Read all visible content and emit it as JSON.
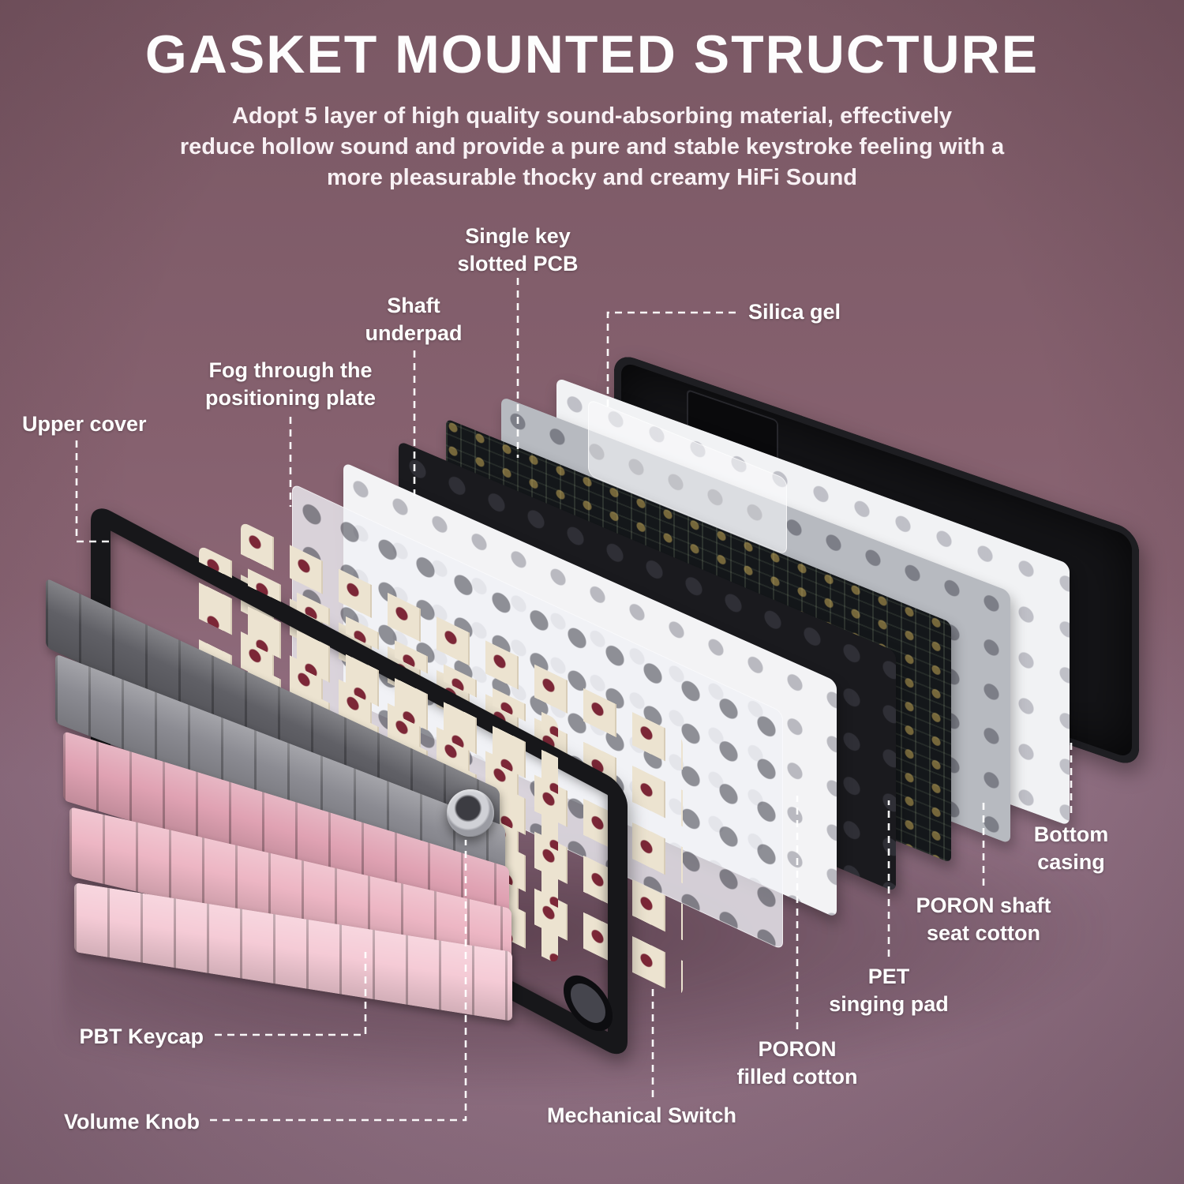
{
  "header": {
    "title": "GASKET MOUNTED STRUCTURE",
    "subtitle": "Adopt 5 layer of high quality sound-absorbing material, effectively\nreduce hollow sound and provide a pure and stable keystroke feeling with a\nmore pleasurable thocky and creamy HiFi Sound"
  },
  "labels": {
    "upper_cover": "Upper cover",
    "fog_positioning_plate": "Fog through the\npositioning plate",
    "shaft_underpad": "Shaft\nunderpad",
    "single_key_slotted_pcb": "Single key\nslotted PCB",
    "silica_gel": "Silica gel",
    "bottom_casing": "Bottom\ncasing",
    "poron_shaft_seat_cotton": "PORON shaft\nseat cotton",
    "pet_singing_pad": "PET\nsinging pad",
    "poron_filled_cotton": "PORON\nfilled cotton",
    "mechanical_switch": "Mechanical Switch",
    "pbt_keycap": "PBT Keycap",
    "volume_knob": "Volume Knob"
  },
  "parts": [
    {
      "id": "pbt-keycaps",
      "name": "PBT Keycap"
    },
    {
      "id": "volume-knob",
      "name": "Volume Knob"
    },
    {
      "id": "mechanical-switches",
      "name": "Mechanical Switch"
    },
    {
      "id": "upper-cover",
      "name": "Upper cover"
    },
    {
      "id": "positioning-plate",
      "name": "Fog through the positioning plate"
    },
    {
      "id": "shaft-underpad",
      "name": "Shaft underpad"
    },
    {
      "id": "poron-filled-cotton",
      "name": "PORON filled cotton"
    },
    {
      "id": "single-key-slotted-pcb",
      "name": "Single key slotted PCB"
    },
    {
      "id": "silica-gel",
      "name": "Silica gel"
    },
    {
      "id": "pet-singing-pad",
      "name": "PET singing pad"
    },
    {
      "id": "poron-shaft-seat-cotton",
      "name": "PORON shaft seat cotton"
    },
    {
      "id": "bottom-casing",
      "name": "Bottom casing"
    }
  ],
  "colors": {
    "background_top": "#7a5864",
    "background_bottom": "#8d6e80",
    "text": "#ffffff",
    "keycap_gray": "#606066",
    "keycap_pink": "#f5cbd6",
    "switch_body": "#ece3d0",
    "switch_stem": "#7c2737",
    "upper_cover_black": "#17171a",
    "frosted_plate": "#f0f1f6",
    "pcb_dark": "#14171a",
    "pet_pad_gray": "#b7bac0",
    "cotton_white": "#f1f2f4",
    "case_black": "#141417"
  }
}
